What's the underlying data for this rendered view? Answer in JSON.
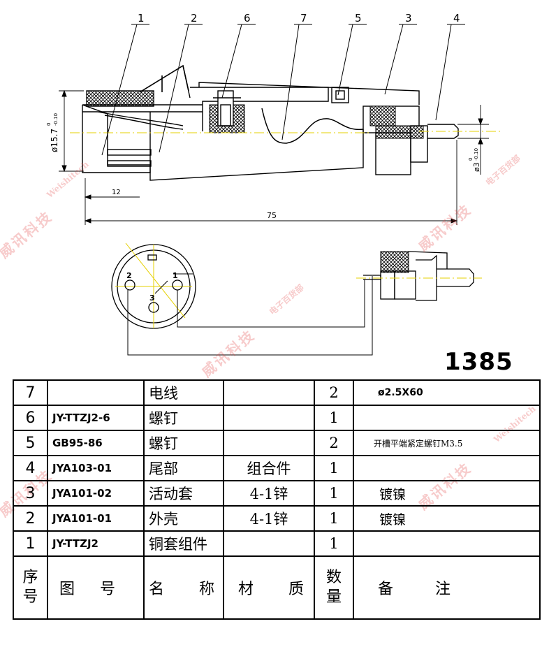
{
  "drawing": {
    "number": "1385",
    "callouts": [
      "1",
      "2",
      "6",
      "7",
      "5",
      "3",
      "4"
    ],
    "dimensions": {
      "diameter_left": "ø15.7",
      "diameter_left_tol": "-0.10",
      "diameter_left_tol_upper": "0",
      "diameter_right": "ø3",
      "diameter_right_tol": "-0.10",
      "diameter_right_tol_upper": "0",
      "length_short": "12",
      "length_total": "75"
    },
    "pins": [
      "1",
      "2",
      "3"
    ]
  },
  "watermark": {
    "text": "威讯科技",
    "small_lines": [
      "电子百货部",
      "Weishitech"
    ]
  },
  "bom": {
    "header": {
      "no_line1": "序",
      "no_line2": "号",
      "code": "图号",
      "name": "名称",
      "material": "材质",
      "qty_line1": "数",
      "qty_line2": "量",
      "note": "备注"
    },
    "rows": [
      {
        "no": "7",
        "code": "",
        "name": "电线",
        "material": "",
        "qty": "2",
        "note": "ø2.5X60"
      },
      {
        "no": "6",
        "code": "JY-TTZJ2-6",
        "name": "螺钉",
        "material": "",
        "qty": "1",
        "note": ""
      },
      {
        "no": "5",
        "code": "GB95-86",
        "name": "螺钉",
        "material": "",
        "qty": "2",
        "note": "开槽平端紧定螺钉M3.5"
      },
      {
        "no": "4",
        "code": "JYA103-01",
        "name": "尾部",
        "material": "组合件",
        "qty": "1",
        "note": ""
      },
      {
        "no": "3",
        "code": "JYA101-02",
        "name": "活动套",
        "material": "4-1锌",
        "qty": "1",
        "note": "镀镍"
      },
      {
        "no": "2",
        "code": "JYA101-01",
        "name": "外壳",
        "material": "4-1锌",
        "qty": "1",
        "note": "镀镍"
      },
      {
        "no": "1",
        "code": "JY-TTZJ2",
        "name": "铜套组件",
        "material": "",
        "qty": "1",
        "note": ""
      }
    ]
  }
}
